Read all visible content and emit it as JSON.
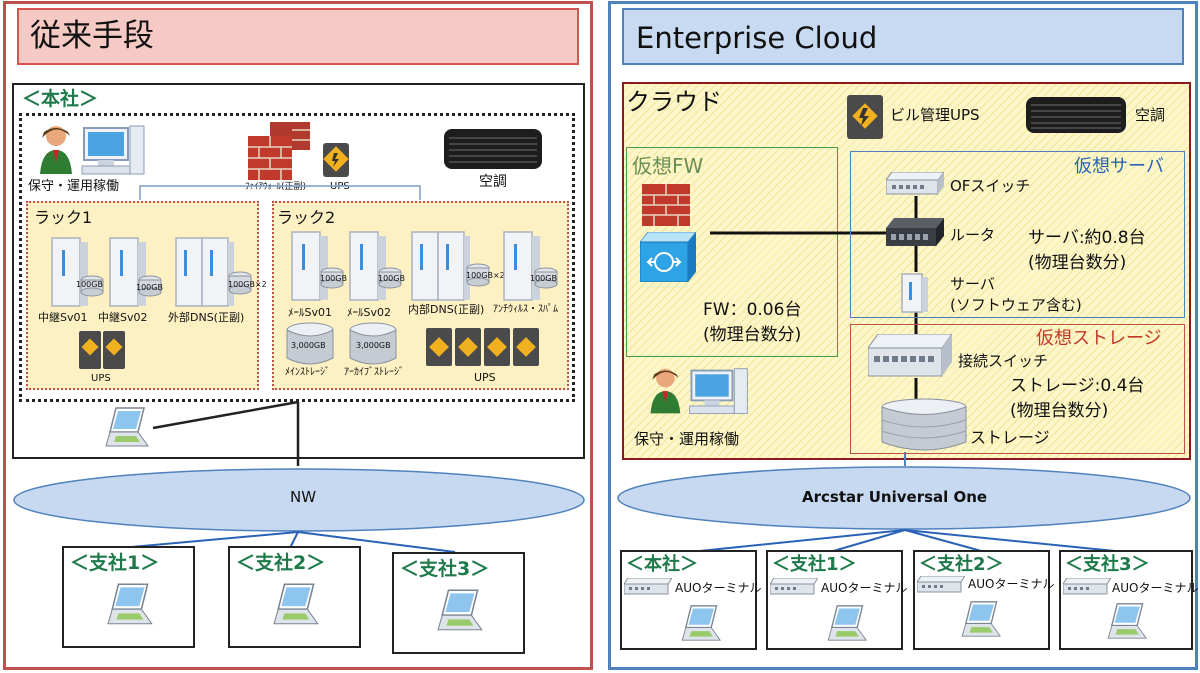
{
  "left": {
    "title": "従来手段",
    "hq": {
      "label": "＜本社＞",
      "maint": "保守・運用稼働",
      "firewall": "ﾌｧｲｱｳｫｰﾙ(正副)",
      "ups": "UPS",
      "aircon": "空調",
      "rack1": {
        "label": "ラック1",
        "s1": "中継Sv01",
        "s2": "中継Sv02",
        "s3": "外部DNS(正副)",
        "d1": "100GB",
        "d2": "100GB",
        "d3": "100GB×2",
        "ups": "UPS"
      },
      "rack2": {
        "label": "ラック2",
        "s1": "ﾒｰﾙSv01",
        "s2": "ﾒｰﾙSv02",
        "s3": "内部DNS(正副)",
        "s4": "ｱﾝﾁｳｨﾙｽ・ｽﾊﾟﾑ",
        "d1": "100GB",
        "d2": "100GB",
        "d3": "100GB×2",
        "d4": "100GB",
        "st1": "3,000GB",
        "st2": "3,000GB",
        "st1_label": "ﾒｲﾝｽﾄﾚｰｼﾞ",
        "st2_label": "ｱｰｶｲﾌﾞｽﾄﾚｰｼﾞ",
        "ups": "UPS"
      }
    },
    "nw": "NW",
    "branches": [
      "＜支社1＞",
      "＜支社2＞",
      "＜支社3＞"
    ]
  },
  "right": {
    "title": "Enterprise Cloud",
    "cloud": {
      "label": "クラウド",
      "bldg_ups": "ビル管理UPS",
      "aircon": "空調",
      "vfw": {
        "label": "仮想FW",
        "count": "FW：0.06台",
        "count_sub": "(物理台数分)"
      },
      "vserver": {
        "label": "仮想サーバ",
        "of_switch": "OFスイッチ",
        "router": "ルータ",
        "server": "サーバ",
        "server_sub": "(ソフトウェア含む)",
        "count": "サーバ:約0.8台",
        "count_sub": "(物理台数分)"
      },
      "vstorage": {
        "label": "仮想ストレージ",
        "switch": "接続スイッチ",
        "count": "ストレージ:0.4台",
        "count_sub": "(物理台数分)",
        "storage": "ストレージ"
      },
      "maint": "保守・運用稼働"
    },
    "network": "Arcstar Universal One",
    "sites": [
      "＜本社＞",
      "＜支社1＞",
      "＜支社2＞",
      "＜支社3＞"
    ],
    "terminal": "AUOターミナル"
  },
  "colors": {
    "left_border": "#c0504d",
    "right_border": "#4f81bd",
    "title_red_bg": "#f4c7c3",
    "title_blue_bg": "#c5d9f1",
    "rack_bg": "#fdf1c4",
    "cloud_bg": "#fcf6c8",
    "ellipse": "#c6d9f1"
  }
}
